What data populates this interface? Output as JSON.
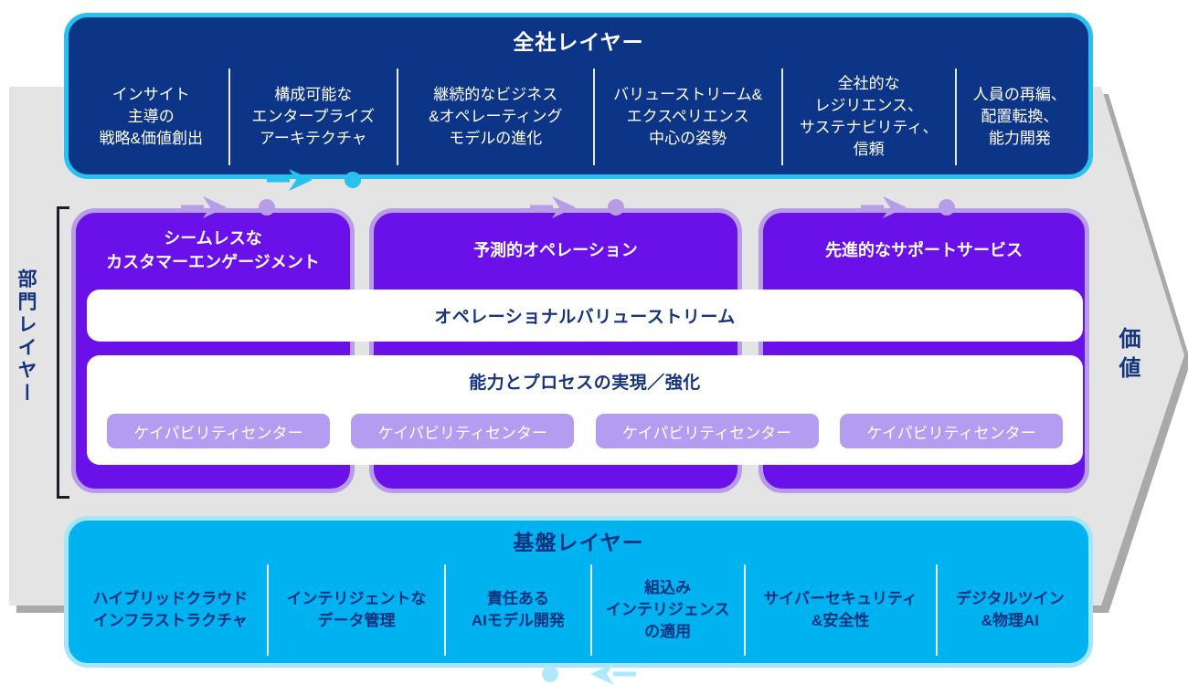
{
  "enterprise_layer": {
    "title": "全社レイヤー",
    "columns": [
      "インサイト\n主導の\n戦略&価値創出",
      "構成可能な\nエンタープライズ\nアーキテクチャ",
      "継続的なビジネス\n&オペレーティング\nモデルの進化",
      "バリューストリーム&\nエクスペリエンス\n中心の姿勢",
      "全社的な\nレジリエンス、\nサステナビリティ、\n信頼",
      "人員の再編、\n配置転換、\n能力開発"
    ]
  },
  "division_layer": {
    "label": "部門レイヤー",
    "value_streams": [
      "シームレスな\nカスタマーエンゲージメント",
      "予測的オペレーション",
      "先進的なサポートサービス"
    ],
    "operational_bar": "オペレーショナルバリューストリーム",
    "capability_bar": "能力とプロセスの実現／強化",
    "capability_centers": [
      "ケイパビリティセンター",
      "ケイパビリティセンター",
      "ケイパビリティセンター",
      "ケイパビリティセンター"
    ]
  },
  "foundation_layer": {
    "title": "基盤レイヤー",
    "columns": [
      "ハイブリッドクラウド\nインフラストラクチャ",
      "インテリジェントな\nデータ管理",
      "責任ある\nAIモデル開発",
      "組込み\nインテリジェンス\nの適用",
      "サイバーセキュリティ\n&安全性",
      "デジタルツイン\n&物理AI"
    ]
  },
  "value_arrow": {
    "label": "価値"
  },
  "colors": {
    "enterprise_bar": "#0d3587",
    "enterprise_border": "#29c1f0",
    "division_box": "#6a10e8",
    "division_border": "#b79ce8",
    "capability_chip": "#b49df0",
    "foundation_bar": "#00b2f0",
    "foundation_border": "#a5e6fa",
    "navy_text": "#14357e",
    "background_arrow": "#e4e4e4",
    "background_arrow_shadow": "#a9a9a9"
  }
}
